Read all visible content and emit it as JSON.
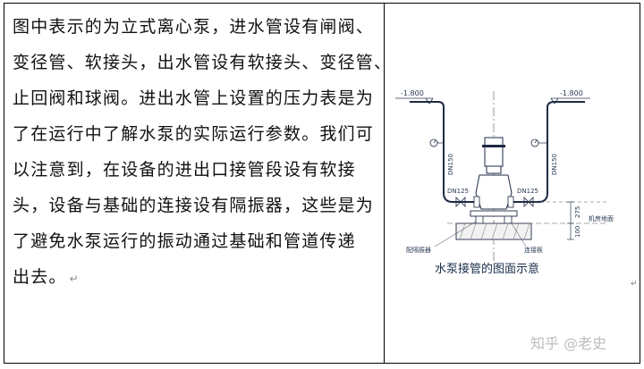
{
  "text_lines": [
    "图中表示的为立式离心泵，进水管设有闸阀、",
    "变径管、软接头，出水管设有软接头、变径管、",
    "止回阀和球阀。进出水管上设置的压力表是为",
    "了在运行中了解水泵的实际运行参数。我们可",
    "以注意到，在设备的进出口接管段设有软接",
    "头，设备与基础的连接设有隔振器，这些是为",
    "了避免水泵运行的振动通过基础和管道传递",
    "出去。"
  ],
  "para_mark": "↵",
  "figure": {
    "caption": "水泵接管的图面示意",
    "elev_left": "-1.800",
    "elev_right": "-1.800",
    "pipe_left": "DN150",
    "pipe_right": "DN150",
    "reducer_left": "DN125",
    "reducer_right": "DN125",
    "dim_upper": "275",
    "dim_lower": "100",
    "floor_label": "机房地面",
    "isolator_label": "配隔振器",
    "plate_label": "连接板",
    "side_mark": "↵"
  },
  "watermark": "知乎 @老史"
}
